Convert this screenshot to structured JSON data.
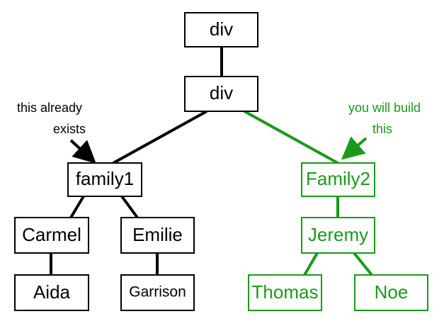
{
  "colors": {
    "existing": "#000000",
    "new": "#1a9a1a"
  },
  "nodes": {
    "root_div": "div",
    "inner_div": "div",
    "family1": "family1",
    "family2": "Family2",
    "carmel": "Carmel",
    "emilie": "Emilie",
    "aida": "Aida",
    "garrison": "Garrison",
    "jeremy": "Jeremy",
    "thomas": "Thomas",
    "noe": "Noe"
  },
  "annotations": {
    "existing_line1": "this already",
    "existing_line2": "exists",
    "new_line1": "you will build",
    "new_line2": "this"
  }
}
